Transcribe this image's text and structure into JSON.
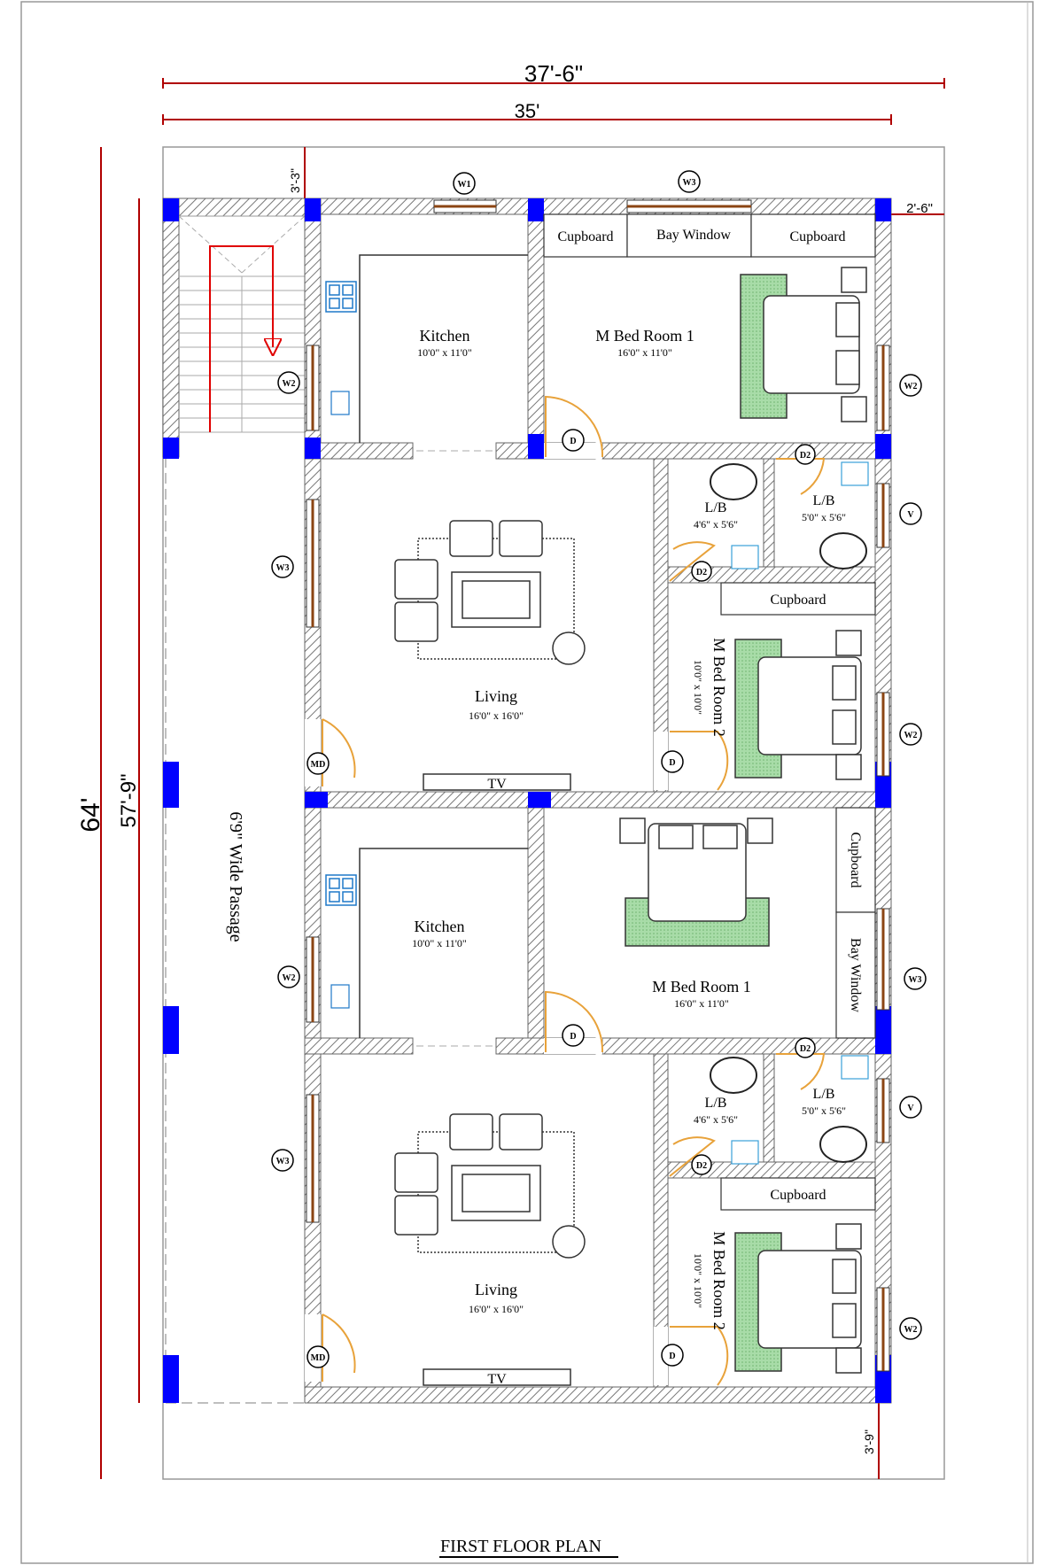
{
  "plan": {
    "title": "FIRST FLOOR PLAN",
    "colors": {
      "wall_hatch": "#808080",
      "column": "#0000ff",
      "dimension": "#b00000",
      "door": "#e8a23a",
      "window": "#8b4513",
      "rug_green": "#9fd39f",
      "fixture_blue": "#3aa0d8",
      "stair_arrow": "#e00000"
    }
  },
  "dimensions": {
    "overall_width": "37'-6\"",
    "inner_width": "35'",
    "overall_depth": "64'",
    "inner_depth": "57'-9\"",
    "top_setback": "3'-3\"",
    "right_setback": "2'-6\"",
    "bottom_setback": "3'-9\""
  },
  "passage": {
    "label": "6'9\" Wide Passage"
  },
  "units": [
    {
      "kitchen": {
        "name": "Kitchen",
        "size": "10'0\" x 11'0\""
      },
      "master1": {
        "name": "M Bed Room  1",
        "size": "16'0\" x 11'0\""
      },
      "living": {
        "name": "Living",
        "size": "16'0\" x 16'0\""
      },
      "lb1": {
        "name": "L/B",
        "size": "4'6\" x 5'6\""
      },
      "lb2": {
        "name": "L/B",
        "size": "5'0\" x 5'6\""
      },
      "master2": {
        "name": "M Bed Room  2",
        "size": "10'0\" x 10'0\""
      },
      "cupboard_a": "Cupboard",
      "cupboard_b": "Cupboard",
      "cupboard_c": "Cupboard",
      "bay_window": "Bay Window",
      "tv": "TV"
    },
    {
      "kitchen": {
        "name": "Kitchen",
        "size": "10'0\" x 11'0\""
      },
      "master1": {
        "name": "M Bed Room  1",
        "size": "16'0\" x 11'0\""
      },
      "living": {
        "name": "Living",
        "size": "16'0\" x 16'0\""
      },
      "lb1": {
        "name": "L/B",
        "size": "4'6\" x 5'6\""
      },
      "lb2": {
        "name": "L/B",
        "size": "5'0\" x 5'6\""
      },
      "master2": {
        "name": "M Bed Room  2",
        "size": "10'0\" x 10'0\""
      },
      "cupboard_a": "Cupboard",
      "cupboard_c": "Cupboard",
      "bay_window": "Bay Window",
      "tv": "TV"
    }
  ],
  "tags": {
    "w1": "W1",
    "w2": "W2",
    "w3": "W3",
    "v": "V",
    "d": "D",
    "d2": "D2",
    "md": "MD"
  }
}
